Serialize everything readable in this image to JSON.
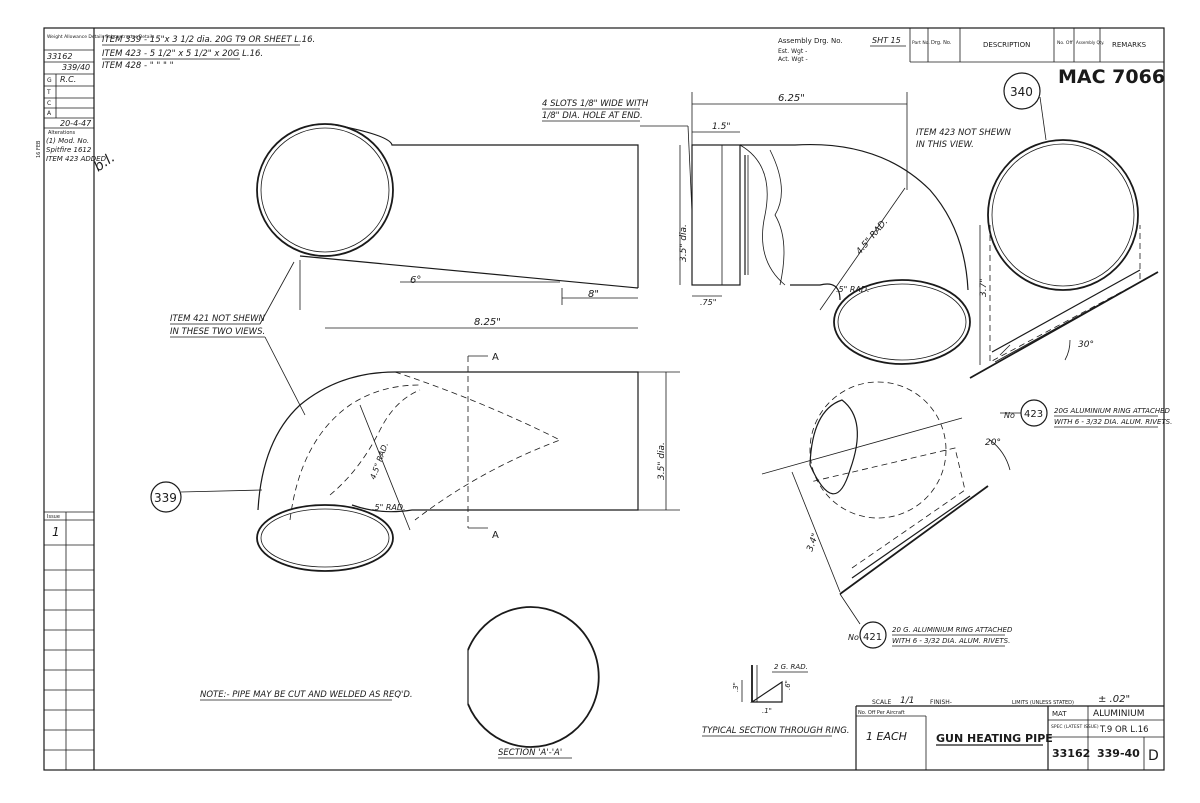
{
  "revision_block": {
    "header": "Weight Allowance Details Subcontractor Details",
    "drawing_no": "33162",
    "number_issue": "339/40",
    "letters": [
      "G",
      "T",
      "C",
      "A"
    ],
    "initials": "R.C.",
    "date": "20-4-47",
    "alterations_label": "Alterations",
    "alteration_1": "(1) Mod. No.",
    "alteration_2": "Spitfire 1612",
    "date_margin": "16 FEB",
    "alteration_3": "ITEM 423 ADDED",
    "signature": "b.l.",
    "issue_label": "Issue",
    "issue_value": "1"
  },
  "items_list": [
    "ITEM 339 - 15\"x 3 1/2 dia. 20G T9 OR SHEET L.16.",
    "ITEM 423 - 5 1/2\" x 5 1/2\" x 20G L.16.",
    "ITEM 428 - \" \" \" \""
  ],
  "header_right": {
    "assembly": "Assembly Drg. No.",
    "sht": "SHT 15",
    "est_wgt": "Est. Wgt -",
    "act_wgt": "Act. Wgt -",
    "part_no": "Part No.",
    "drg_no": "Drg. No.",
    "description": "DESCRIPTION",
    "no_off": "No. Off",
    "assembly_qty": "Assembly Qty.",
    "remarks": "REMARKS"
  },
  "mac_number": "MAC 7066",
  "item_circles": {
    "item_340": "340",
    "item_339": "339",
    "item_423": "423",
    "item_421": "421"
  },
  "item_no_prefix": "No",
  "annotations": {
    "slots": [
      "4 SLOTS 1/8\" WIDE WITH",
      "1/8\" DIA. HOLE AT END."
    ],
    "item423_not_shewn": [
      "ITEM 423 NOT SHEWN",
      "IN THIS VIEW."
    ],
    "item421_not_shewn": [
      "ITEM 421 NOT SHEWN",
      "IN THESE TWO VIEWS."
    ],
    "ring_423": [
      "20G ALUMINIUM RING ATTACHED",
      "WITH 6 - 3/32 DIA. ALUM. RIVETS."
    ],
    "ring_421": [
      "20 G. ALUMINIUM RING ATTACHED",
      "WITH 6 - 3/32 DIA. ALUM. RIVETS."
    ],
    "note": "NOTE:- PIPE MAY BE CUT AND WELDED AS REQ'D.",
    "typical_section": "TYPICAL SECTION THROUGH RING.",
    "section_aa": "SECTION 'A'-'A'",
    "section_a_top": "A",
    "section_a_bottom": "A",
    "ring_2g_rad": "2 G. RAD."
  },
  "dimensions": {
    "d_6_25": "6.25\"",
    "d_15": "1.5\"",
    "d_75": ".75\"",
    "d_35_dia_top": "3.5\" dia.",
    "d_45_rad": "4.5\" RAD.",
    "d_5_rad": ".5\" RAD.",
    "d_6deg": "6°",
    "d_8": "8\"",
    "d_8_25": "8.25\"",
    "d_35_dia_bottom": "3.5\" dia.",
    "d_45_rad_b": "4.5\" RAD.",
    "d_5_rad_b": ".5\" RAD.",
    "d_3_7": "3.7\"",
    "d_30deg": "30°",
    "d_3_4": "3.4\"",
    "d_20deg": "20°",
    "d_ring_3": ".3\"",
    "d_ring_1": ".1\"",
    "d_ring_6": ".6\""
  },
  "title_block": {
    "scale_label": "SCALE",
    "scale_value": "1/1",
    "finish_label": "FINISH-",
    "limits_label": "LIMITS (UNLESS STATED)",
    "limits_value": "± .02\"",
    "per_aircraft_label": "No. Off Per Aircraft",
    "per_aircraft_value": "1 EACH",
    "title": "GUN HEATING PIPE",
    "mat_label": "MAT",
    "mat_value": "ALUMINIUM",
    "spec_label": "SPEC (LATEST ISSUE)",
    "spec_value": "T.9 OR L.16",
    "drawing_no": "33162",
    "sheet_no": "339-40",
    "sheet_letter": "D"
  }
}
